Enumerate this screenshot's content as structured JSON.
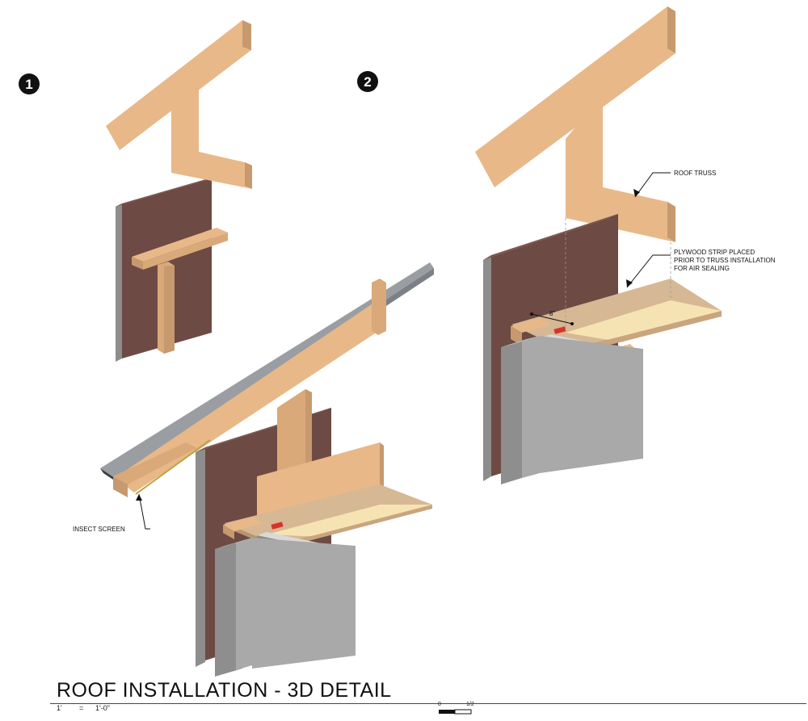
{
  "detail_1": {
    "number": "1"
  },
  "detail_2": {
    "number": "2"
  },
  "labels": {
    "roof_truss": "ROOF TRUSS",
    "plywood_line1": "PLYWOOD STRIP PLACED",
    "plywood_line2": "PRIOR TO TRUSS INSTALLATION",
    "plywood_line3": "FOR AIR SEALING",
    "dimension": "8\"",
    "insect_screen": "INSECT SCREEN"
  },
  "title": "ROOF INSTALLATION - 3D DETAIL",
  "scale": {
    "left": "1'",
    "equals": "=",
    "right": "1'-0\"",
    "bar_start": "0",
    "bar_end": "1/2"
  },
  "colors": {
    "wood": "#e8b889",
    "wood_side": "#c69a6e",
    "wall_brown": "#6d4a43",
    "wall_dark": "#5a3c36",
    "concrete": "#a9a9a9",
    "concrete_dark": "#8e8e8e",
    "plywood": "#f6e3b4",
    "roof_sheet": "#9a9ea3",
    "red_tape": "#d6342b"
  }
}
